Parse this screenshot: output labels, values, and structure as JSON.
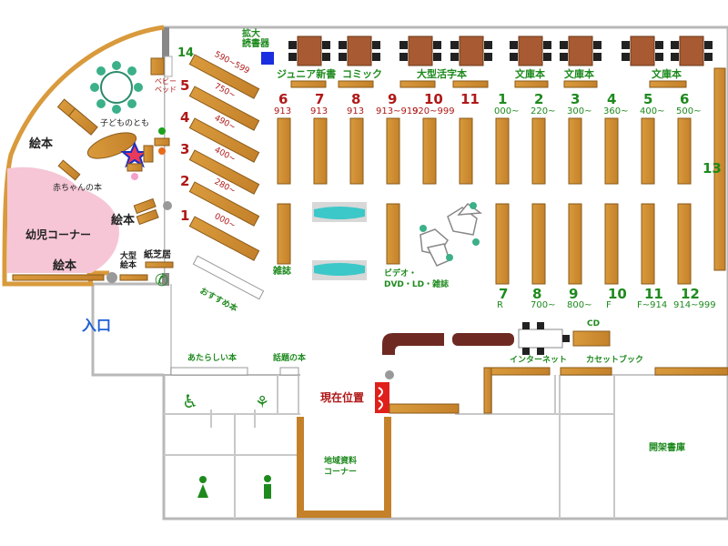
{
  "entrance": "入口",
  "current_location": "現在位置",
  "kids_area": {
    "picture_books_1": "絵本",
    "picture_books_2": "絵本",
    "picture_books_3": "絵本",
    "baby_books": "赤ちゃんの本",
    "toddler_corner": "幼児コーナー",
    "kids_friend": "子どものとも",
    "big_picture_books": "大型\n絵本",
    "kamishibai": "紙芝居",
    "baby_bed": "ベビー\nベッド"
  },
  "large_print_reader": "拡大\n読書器",
  "top_signs": [
    "ジュニア新書",
    "コミック",
    "大型活字本",
    "文庫本",
    "文庫本",
    "文庫本"
  ],
  "diagonal_shelves": [
    {
      "num": "14",
      "range": "590~599"
    },
    {
      "num": "5",
      "range": "750~"
    },
    {
      "num": "4",
      "range": "490~"
    },
    {
      "num": "3",
      "range": "400~"
    },
    {
      "num": "2",
      "range": "280~"
    },
    {
      "num": "1",
      "range": "000~"
    }
  ],
  "recommended": "おすすめ本",
  "magazines": "雑誌",
  "av": "ビデオ・\nDVD・LD・雑誌",
  "red_shelves": [
    {
      "num": "6",
      "range": "913"
    },
    {
      "num": "7",
      "range": "913"
    },
    {
      "num": "8",
      "range": "913"
    },
    {
      "num": "9",
      "range": "913~919"
    },
    {
      "num": "10",
      "range": "920~999"
    },
    {
      "num": "11",
      "range": ""
    }
  ],
  "green_top_shelves": [
    {
      "num": "1",
      "range": "000~"
    },
    {
      "num": "2",
      "range": "220~"
    },
    {
      "num": "3",
      "range": "300~"
    },
    {
      "num": "4",
      "range": "360~"
    },
    {
      "num": "5",
      "range": "400~"
    },
    {
      "num": "6",
      "range": "500~"
    }
  ],
  "shelf_13": "13",
  "bottom_shelves": [
    {
      "num": "7",
      "range": "R"
    },
    {
      "num": "8",
      "range": "700~"
    },
    {
      "num": "9",
      "range": "800~"
    },
    {
      "num": "10",
      "range": "F"
    },
    {
      "num": "11",
      "range": "F~914"
    },
    {
      "num": "12",
      "range": "914~999"
    }
  ],
  "cd": "CD",
  "internet": "インターネット",
  "cassette": "カセットブック",
  "new_books": "あたらしい本",
  "topical_books": "話題の本",
  "local_materials": "地域資料\nコーナー",
  "closed_stacks": "開架書庫"
}
